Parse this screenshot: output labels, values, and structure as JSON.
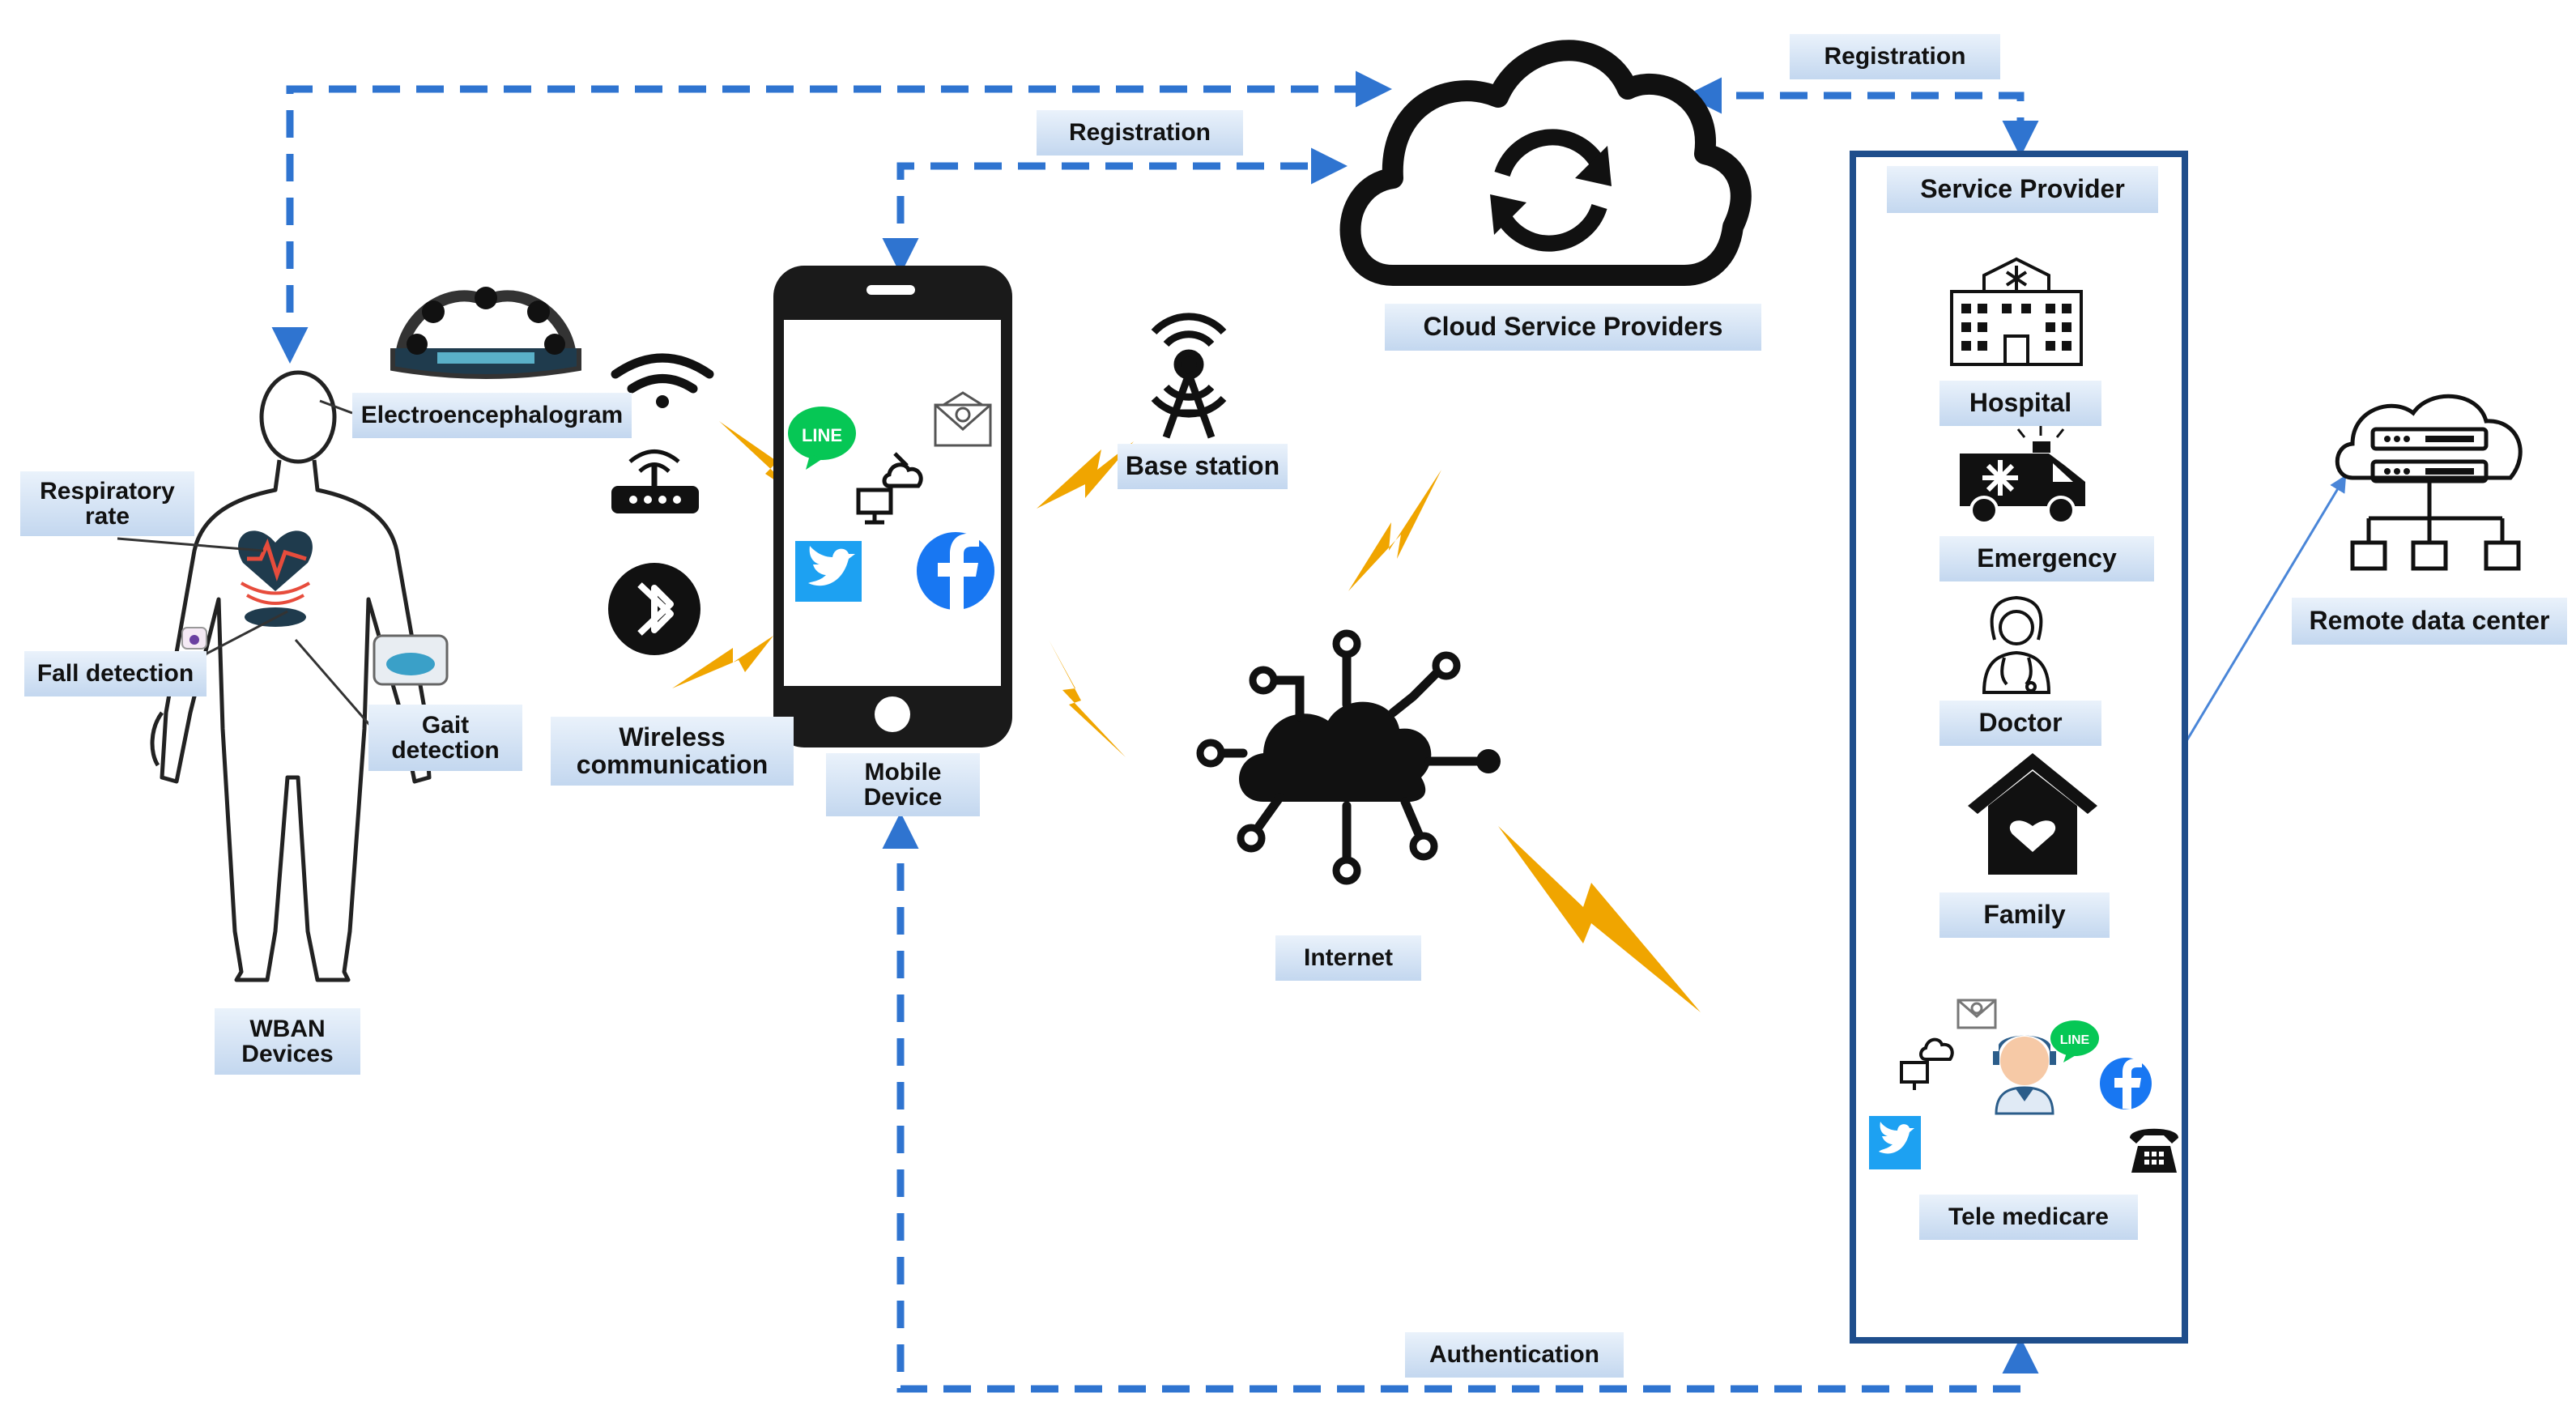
{
  "labels": {
    "registration_top": "Registration",
    "registration_mid": "Registration",
    "cloud": "Cloud Service Providers",
    "service_provider": "Service Provider",
    "hospital": "Hospital",
    "emergency": "Emergency",
    "doctor": "Doctor",
    "family": "Family",
    "tele_medicare": "Tele medicare",
    "remote_dc": "Remote data center",
    "eeg": "Electroencephalogram",
    "respiratory": "Respiratory\nrate",
    "fall": "Fall detection",
    "gait": "Gait\ndetection",
    "wireless": "Wireless\ncommunication",
    "mobile": "Mobile\nDevice",
    "base_station": "Base station",
    "internet": "Internet",
    "wban": "WBAN\nDevices",
    "authentication": "Authentication"
  },
  "app_logos": {
    "line": "LINE",
    "line_small": "LINE"
  },
  "colors": {
    "arrow": "#2f74d0",
    "box_border": "#1f4e8c",
    "lightning": "#f0a500",
    "twitter": "#1da1f2",
    "facebook": "#1877f2",
    "line": "#06c755"
  },
  "icons": [
    "cloud-sync-icon",
    "hospital-icon",
    "ambulance-icon",
    "doctor-icon",
    "family-home-icon",
    "call-center-icon",
    "server-network-icon",
    "human-body-icon",
    "eeg-headset-icon",
    "wifi-icon",
    "router-icon",
    "bluetooth-icon",
    "smartphone-icon",
    "base-station-icon",
    "internet-network-icon",
    "lightning-icon",
    "email-icon",
    "twitter-icon",
    "facebook-icon",
    "line-icon",
    "telephone-icon"
  ]
}
